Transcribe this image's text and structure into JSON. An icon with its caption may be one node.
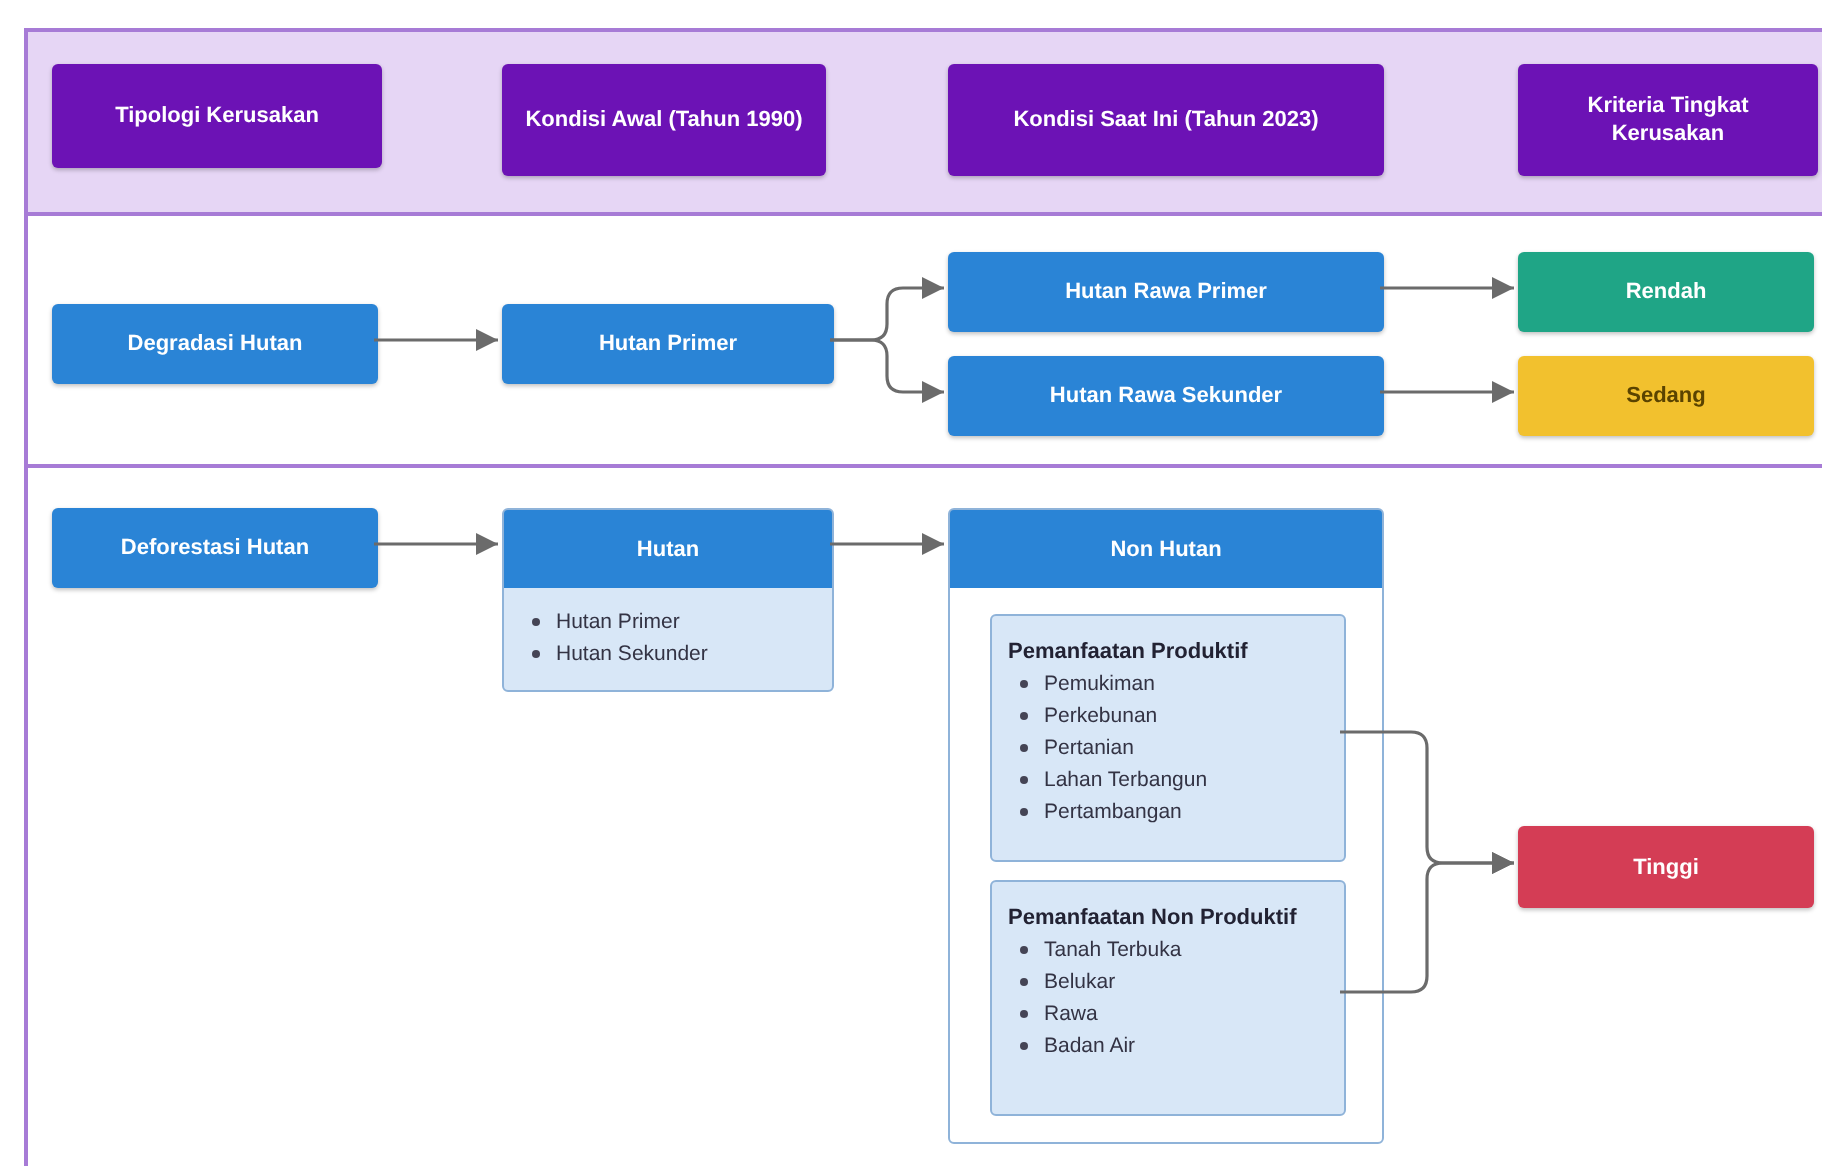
{
  "diagram": {
    "nodes": [
      {
        "text": [],
        "shape": "band"
      },
      {
        "text": [
          "Tipologi Kerusakan"
        ],
        "in": 0
      },
      {
        "text": [
          "Kondisi Awal (Tahun 1990)"
        ],
        "in": 0
      },
      {
        "text": [
          "Kondisi Saat Ini (Tahun 2023)"
        ],
        "in": 0
      },
      {
        "text": [
          "Kriteria Tingkat Kerusakan"
        ],
        "in": 0
      },
      {
        "text": [],
        "shape": "band"
      },
      {
        "text": [
          "Degradasi Hutan"
        ],
        "in": 5
      },
      {
        "text": [
          "Hutan Primer"
        ],
        "in": 5
      },
      {
        "text": [
          "Hutan Rawa Primer"
        ],
        "in": 5
      },
      {
        "text": [
          "Hutan Rawa Sekunder"
        ],
        "in": 5
      },
      {
        "text": [
          "Rendah"
        ],
        "in": 5
      },
      {
        "text": [
          "Sedang"
        ],
        "in": 5
      },
      {
        "text": [],
        "shape": "band"
      },
      {
        "text": [
          "Deforestasi Hutan"
        ],
        "in": 12
      },
      {
        "text": [
          "Hutan",
          "Hutan Primer",
          "Hutan Sekunder"
        ],
        "in": 12
      },
      {
        "text": [
          "Non Hutan"
        ],
        "in": 12
      },
      {
        "text": [
          "Pemanfaatan Produktif",
          "Pemukiman",
          "Perkebunan",
          "Pertanian",
          "Lahan Terbangun",
          "Pertambangan"
        ],
        "in": 15
      },
      {
        "text": [
          "Pemanfaatan Non Produktif",
          "Tanah Terbuka",
          "Belukar",
          "Rawa",
          "Badan Air"
        ],
        "in": 15
      },
      {
        "text": [
          "Tinggi"
        ],
        "in": 12
      }
    ],
    "edges": [
      {
        "from": 6,
        "to": 7,
        "arrow": "to"
      },
      {
        "from": 7,
        "to": 8,
        "arrow": "to"
      },
      {
        "from": 7,
        "to": 9,
        "arrow": "to"
      },
      {
        "from": 8,
        "to": 10,
        "arrow": "to"
      },
      {
        "from": 9,
        "to": 11,
        "arrow": "to"
      },
      {
        "from": 13,
        "to": 14,
        "arrow": "to"
      },
      {
        "from": 14,
        "to": 15,
        "arrow": "to"
      },
      {
        "from": 16,
        "to": 18,
        "arrow": "to"
      },
      {
        "from": 17,
        "to": 18,
        "arrow": "to"
      }
    ]
  }
}
